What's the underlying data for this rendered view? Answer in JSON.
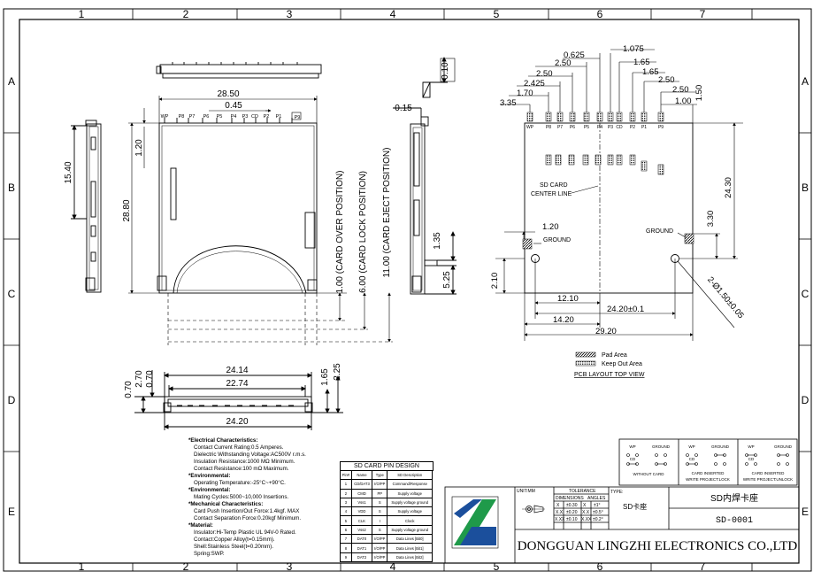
{
  "grid": {
    "cols": [
      "1",
      "2",
      "3",
      "4",
      "5",
      "6",
      "7"
    ],
    "rows": [
      "A",
      "B",
      "C",
      "D",
      "E"
    ]
  },
  "top_view": {
    "width": "28.50",
    "offset": "0.45",
    "height": "28.80",
    "top": "1.20",
    "pins": [
      "WP",
      "P8",
      "P7",
      "P6",
      "P5",
      "P4",
      "P3",
      "CD",
      "P2",
      "P1",
      "P9"
    ]
  },
  "left_view": {
    "height": "15.40"
  },
  "positions": {
    "card_over": "1.00 (CARD OVER POSITION)",
    "card_lock": "6.00 (CARD LOCK POSITION)",
    "card_eject": "11.00 (CARD EJECT POSITION)"
  },
  "right_view": {
    "t015": "0.15",
    "t010": "0.10",
    "d135": "1.35",
    "d525": "5.25"
  },
  "front_view": {
    "w1": "24.14",
    "w2": "22.74",
    "w3": "24.20",
    "h070a": "0.70",
    "h270": "2.70",
    "h070b": "0.70",
    "h165": "1.65",
    "h225": "2.25"
  },
  "pcb": {
    "dims_top": [
      "1.075",
      "0.625",
      "1.65",
      "2.50",
      "1.65",
      "2.50",
      "2.425",
      "2.50",
      "1.70",
      "2.50",
      "3.35",
      "1.50",
      "1.00"
    ],
    "pins": [
      "WP",
      "P8",
      "P7",
      "P6",
      "P5",
      "P4",
      "P3",
      "CD",
      "P2",
      "P1",
      "P9"
    ],
    "center_line": [
      "SD CARD",
      "CENTER LINE"
    ],
    "ground_left": "GROUND",
    "ground_right": "GROUND",
    "d120": "1.20",
    "d210": "2.10",
    "d1210": "12.10",
    "d1420": "14.20",
    "d2420": "24.20±0.1",
    "d2920": "29.20",
    "d2430": "24.30",
    "d330": "3.30",
    "hole": "2-Ø1.50±0.05",
    "legend_pad": "Pad Area",
    "legend_keep": "Keep Out Area",
    "title": "PCB LAYOUT TOP VIEW"
  },
  "switch": {
    "wp": [
      "WP",
      "WP",
      "WP"
    ],
    "ground": [
      "GROUND",
      "GROUND",
      "GROUND"
    ],
    "cd": [
      "CD",
      "CD",
      "CD"
    ],
    "captions": [
      "WITHOUT CARD",
      "CARD INSERTED\nWRITE PROJECT:LOCK",
      "CARD INSERTED\nWRITE PROJECT:UNLOCK"
    ]
  },
  "specs": [
    {
      "t": "*Electrical Characteristics:",
      "h": true
    },
    {
      "t": "Contact Current Rating:0.5 Amperes.",
      "h": false
    },
    {
      "t": "Dielectric Withstanding Voltage:AC500V r.m.s.",
      "h": false
    },
    {
      "t": "Insulation Resistance:1000 MΩ Minimum.",
      "h": false
    },
    {
      "t": "Contact Resistance:100 mΩ Maximum.",
      "h": false
    },
    {
      "t": "*Environmental:",
      "h": true
    },
    {
      "t": "Operating Temperature:-25°C~+90°C.",
      "h": false
    },
    {
      "t": "*Environmental:",
      "h": true
    },
    {
      "t": "Mating Cycles:5000~10,000 Insertions.",
      "h": false
    },
    {
      "t": "*Mechanical Characteristics:",
      "h": true
    },
    {
      "t": "Card Push Insertion/Out Force:1.4kgf. MAX",
      "h": false
    },
    {
      "t": "Contact Separation Force:0.20kgf Minimum.",
      "h": false
    },
    {
      "t": "*Material:",
      "h": true
    },
    {
      "t": "Insulator:Hi-Temp Plastic UL 94V-0 Rated.",
      "h": false
    },
    {
      "t": "Contact:Copper Alloy(t=0.15mm).",
      "h": false
    },
    {
      "t": "Shell:Stainless Steel(t=0.20mm).",
      "h": false
    },
    {
      "t": "Spring:SWP.",
      "h": false
    }
  ],
  "pin_table": {
    "title": "SD CARD PIN DESIGN",
    "headers": [
      "Pin#",
      "Name",
      "Type",
      "SD Description"
    ],
    "rows": [
      [
        "1",
        "CD/DAT3",
        "I/O/PP",
        "Command/Response"
      ],
      [
        "2",
        "CMD",
        "PP",
        "Supply voltage"
      ],
      [
        "3",
        "Vss1",
        "S",
        "Supply voltage ground"
      ],
      [
        "4",
        "VDD",
        "S",
        "Supply voltage"
      ],
      [
        "5",
        "CLK",
        "I",
        "Clock"
      ],
      [
        "6",
        "Vss2",
        "S",
        "Supply voltage ground"
      ],
      [
        "7",
        "DAT0",
        "I/O/PP",
        "Data Lines [Bit0]"
      ],
      [
        "8",
        "DAT1",
        "I/O/PP",
        "Data Lines [Bit1]"
      ],
      [
        "9",
        "DAT2",
        "I/O/PP",
        "Data Lines [Bit2]"
      ]
    ]
  },
  "title_block": {
    "unit": "UNIT:MM",
    "tolerance": "TOLERANCE",
    "dimension": "DIMENSIONS",
    "angles": "ANGLES",
    "tol_rows": [
      [
        "X",
        "±0.30",
        "X",
        "±1°"
      ],
      [
        "X.X",
        "±0.20",
        "X.X",
        "±0.5°"
      ],
      [
        "X.XX",
        "±0.10",
        "X.XX",
        "±0.2°"
      ]
    ],
    "type_label": "TYPE:",
    "type_value": "SD卡座",
    "name": "SD内焊卡座",
    "part": "SD-0001",
    "company": "DONGGUAN LINGZHI ELECTRONICS CO.,LTD"
  },
  "colors": {
    "logo_green": "#1f9a4a",
    "logo_blue": "#1b4f9c"
  }
}
